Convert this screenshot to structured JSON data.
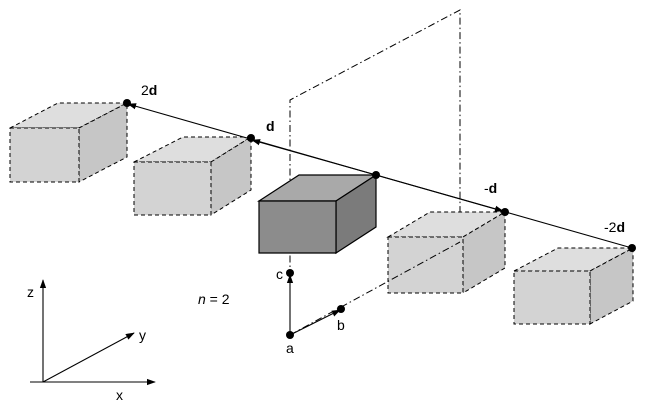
{
  "labels": {
    "pos2d_num": "2",
    "pos2d_vec": "d",
    "pos1d_vec": "d",
    "neg1d_num": "-",
    "neg1d_vec": "d",
    "neg2d_num": "-2",
    "neg2d_vec": "d",
    "n_var": "n",
    "n_eq": " = 2",
    "point_a": "a",
    "point_b": "b",
    "point_c": "c",
    "axis_x": "x",
    "axis_y": "y",
    "axis_z": "z"
  },
  "colors": {
    "ghost_front": "#d3d3d3",
    "ghost_top": "#dedede",
    "ghost_side": "#c6c6c6",
    "solid_front": "#8c8c8c",
    "solid_top": "#a9a9a9",
    "solid_side": "#7b7b7b",
    "ink": "#000000"
  }
}
